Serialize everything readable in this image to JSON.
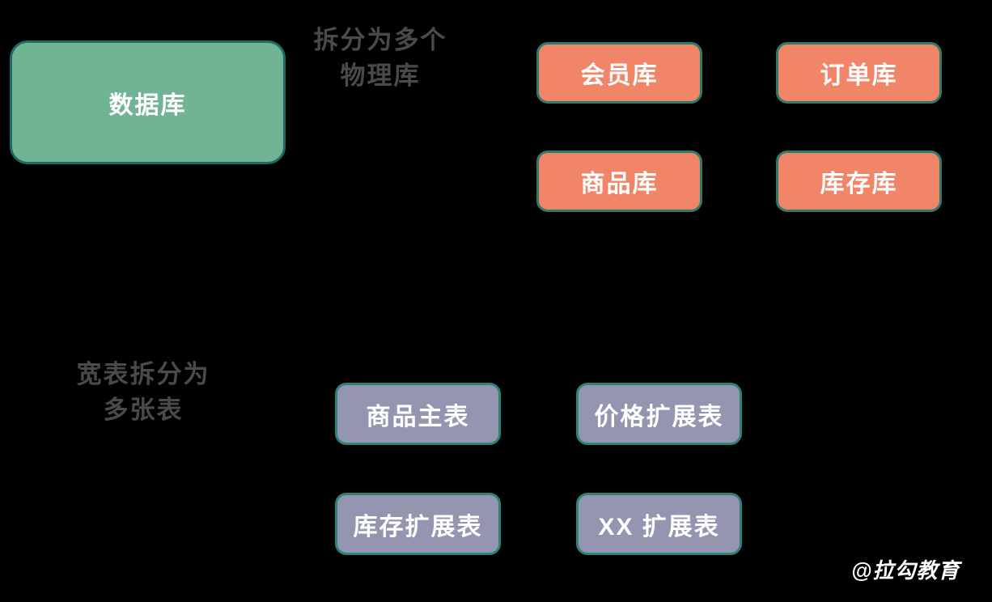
{
  "diagram": {
    "title_context": "database vertical split diagram",
    "colors": {
      "background": "#000000",
      "source_fill": "#70b494",
      "source_border": "#1e6b62",
      "db_fill": "#f08567",
      "db_border": "#2c7c6d",
      "table_fill": "#9496b1",
      "table_border": "#2f8276",
      "annotation_text": "#4a4a4a",
      "box_text": "#ffffff"
    },
    "source_box": {
      "label": "数据库"
    },
    "annotation_top": {
      "line1": "拆分为多个",
      "line2": "物理库"
    },
    "physical_dbs": [
      {
        "label": "会员库"
      },
      {
        "label": "订单库"
      },
      {
        "label": "商品库"
      },
      {
        "label": "库存库"
      }
    ],
    "annotation_bottom": {
      "line1": "宽表拆分为",
      "line2": "多张表"
    },
    "tables": [
      {
        "label": "商品主表"
      },
      {
        "label": "价格扩展表"
      },
      {
        "label": "库存扩展表"
      },
      {
        "label": "XX 扩展表"
      }
    ],
    "watermark": "@拉勾教育"
  }
}
